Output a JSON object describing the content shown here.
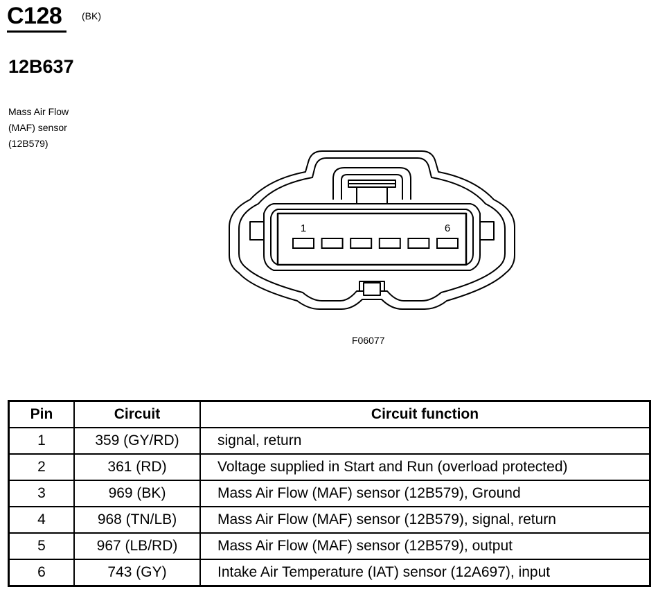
{
  "header": {
    "connector_id": "C128",
    "connector_color": "(BK)",
    "part_number": "12B637"
  },
  "description": {
    "lines": [
      "Mass Air Flow",
      "(MAF) sensor",
      "(12B579)"
    ]
  },
  "connector_view": {
    "pin_first_label": "1",
    "pin_last_label": "6",
    "pin_count": 6
  },
  "figure_id": "F06077",
  "table": {
    "headers": [
      "Pin",
      "Circuit",
      "Circuit function"
    ],
    "rows": [
      {
        "pin": "1",
        "circuit": "359 (GY/RD)",
        "function": "signal, return"
      },
      {
        "pin": "2",
        "circuit": "361 (RD)",
        "function": "Voltage supplied in Start and Run (overload protected)"
      },
      {
        "pin": "3",
        "circuit": "969 (BK)",
        "function": "Mass Air Flow (MAF) sensor (12B579), Ground"
      },
      {
        "pin": "4",
        "circuit": "968 (TN/LB)",
        "function": "Mass Air Flow (MAF) sensor (12B579), signal, return"
      },
      {
        "pin": "5",
        "circuit": "967 (LB/RD)",
        "function": "Mass Air Flow (MAF) sensor (12B579), output"
      },
      {
        "pin": "6",
        "circuit": "743 (GY)",
        "function": "Intake Air Temperature (IAT) sensor (12A697), input"
      }
    ]
  }
}
